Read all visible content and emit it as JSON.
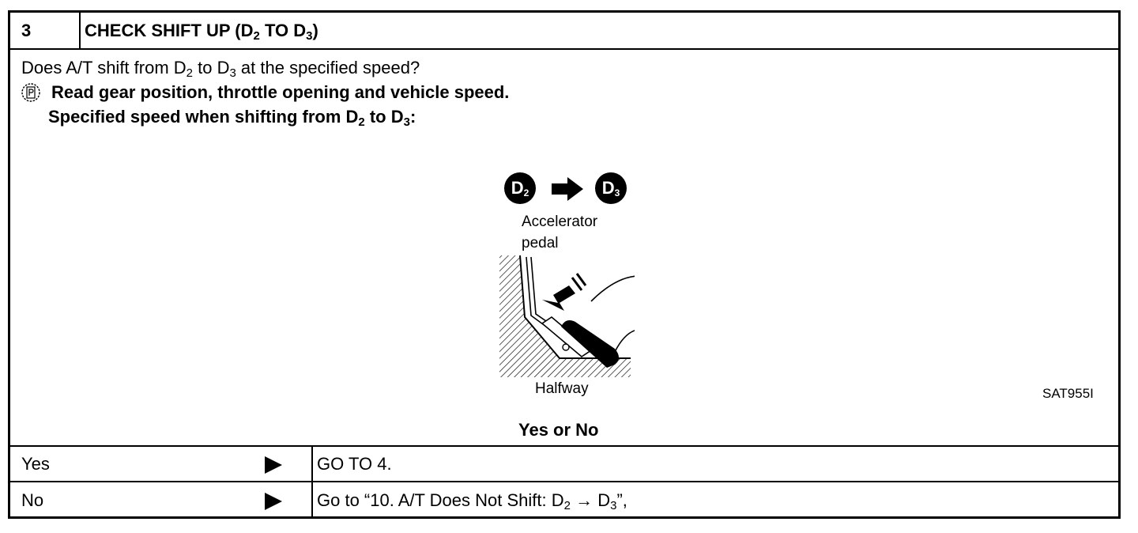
{
  "step": {
    "number": "3",
    "title_main": "CHECK SHIFT UP (D",
    "title_sub1": "2",
    "title_mid": " TO D",
    "title_sub2": "3",
    "title_end": ")"
  },
  "question": {
    "line1_a": "Does A/T shift from D",
    "line1_sub1": "2",
    "line1_b": " to D",
    "line1_sub2": "3",
    "line1_c": " at the specified speed?",
    "line2": "Read gear position, throttle opening and vehicle speed.",
    "line3_a": "Specified speed when shifting from D",
    "line3_sub1": "2",
    "line3_b": " to D",
    "line3_sub2": "3",
    "line3_c": ":"
  },
  "figure": {
    "gear_from": "D",
    "gear_from_sub": "2",
    "gear_to": "D",
    "gear_to_sub": "3",
    "pedal_label_1": "Accelerator",
    "pedal_label_2": "pedal",
    "pedal_state": "Halfway",
    "figure_id": "SAT955I"
  },
  "prompt": "Yes or No",
  "results": [
    {
      "answer": "Yes",
      "action": "GO TO 4."
    },
    {
      "answer": "No",
      "action_a": "Go to “10. A/T Does Not Shift: D",
      "action_sub1": "2",
      "action_b": " → D",
      "action_sub2": "3",
      "action_c": "”,"
    }
  ],
  "icons": {
    "consult": "consult-p-icon",
    "arrow": "right-arrow-icon",
    "result": "triangle-pointer-icon"
  }
}
